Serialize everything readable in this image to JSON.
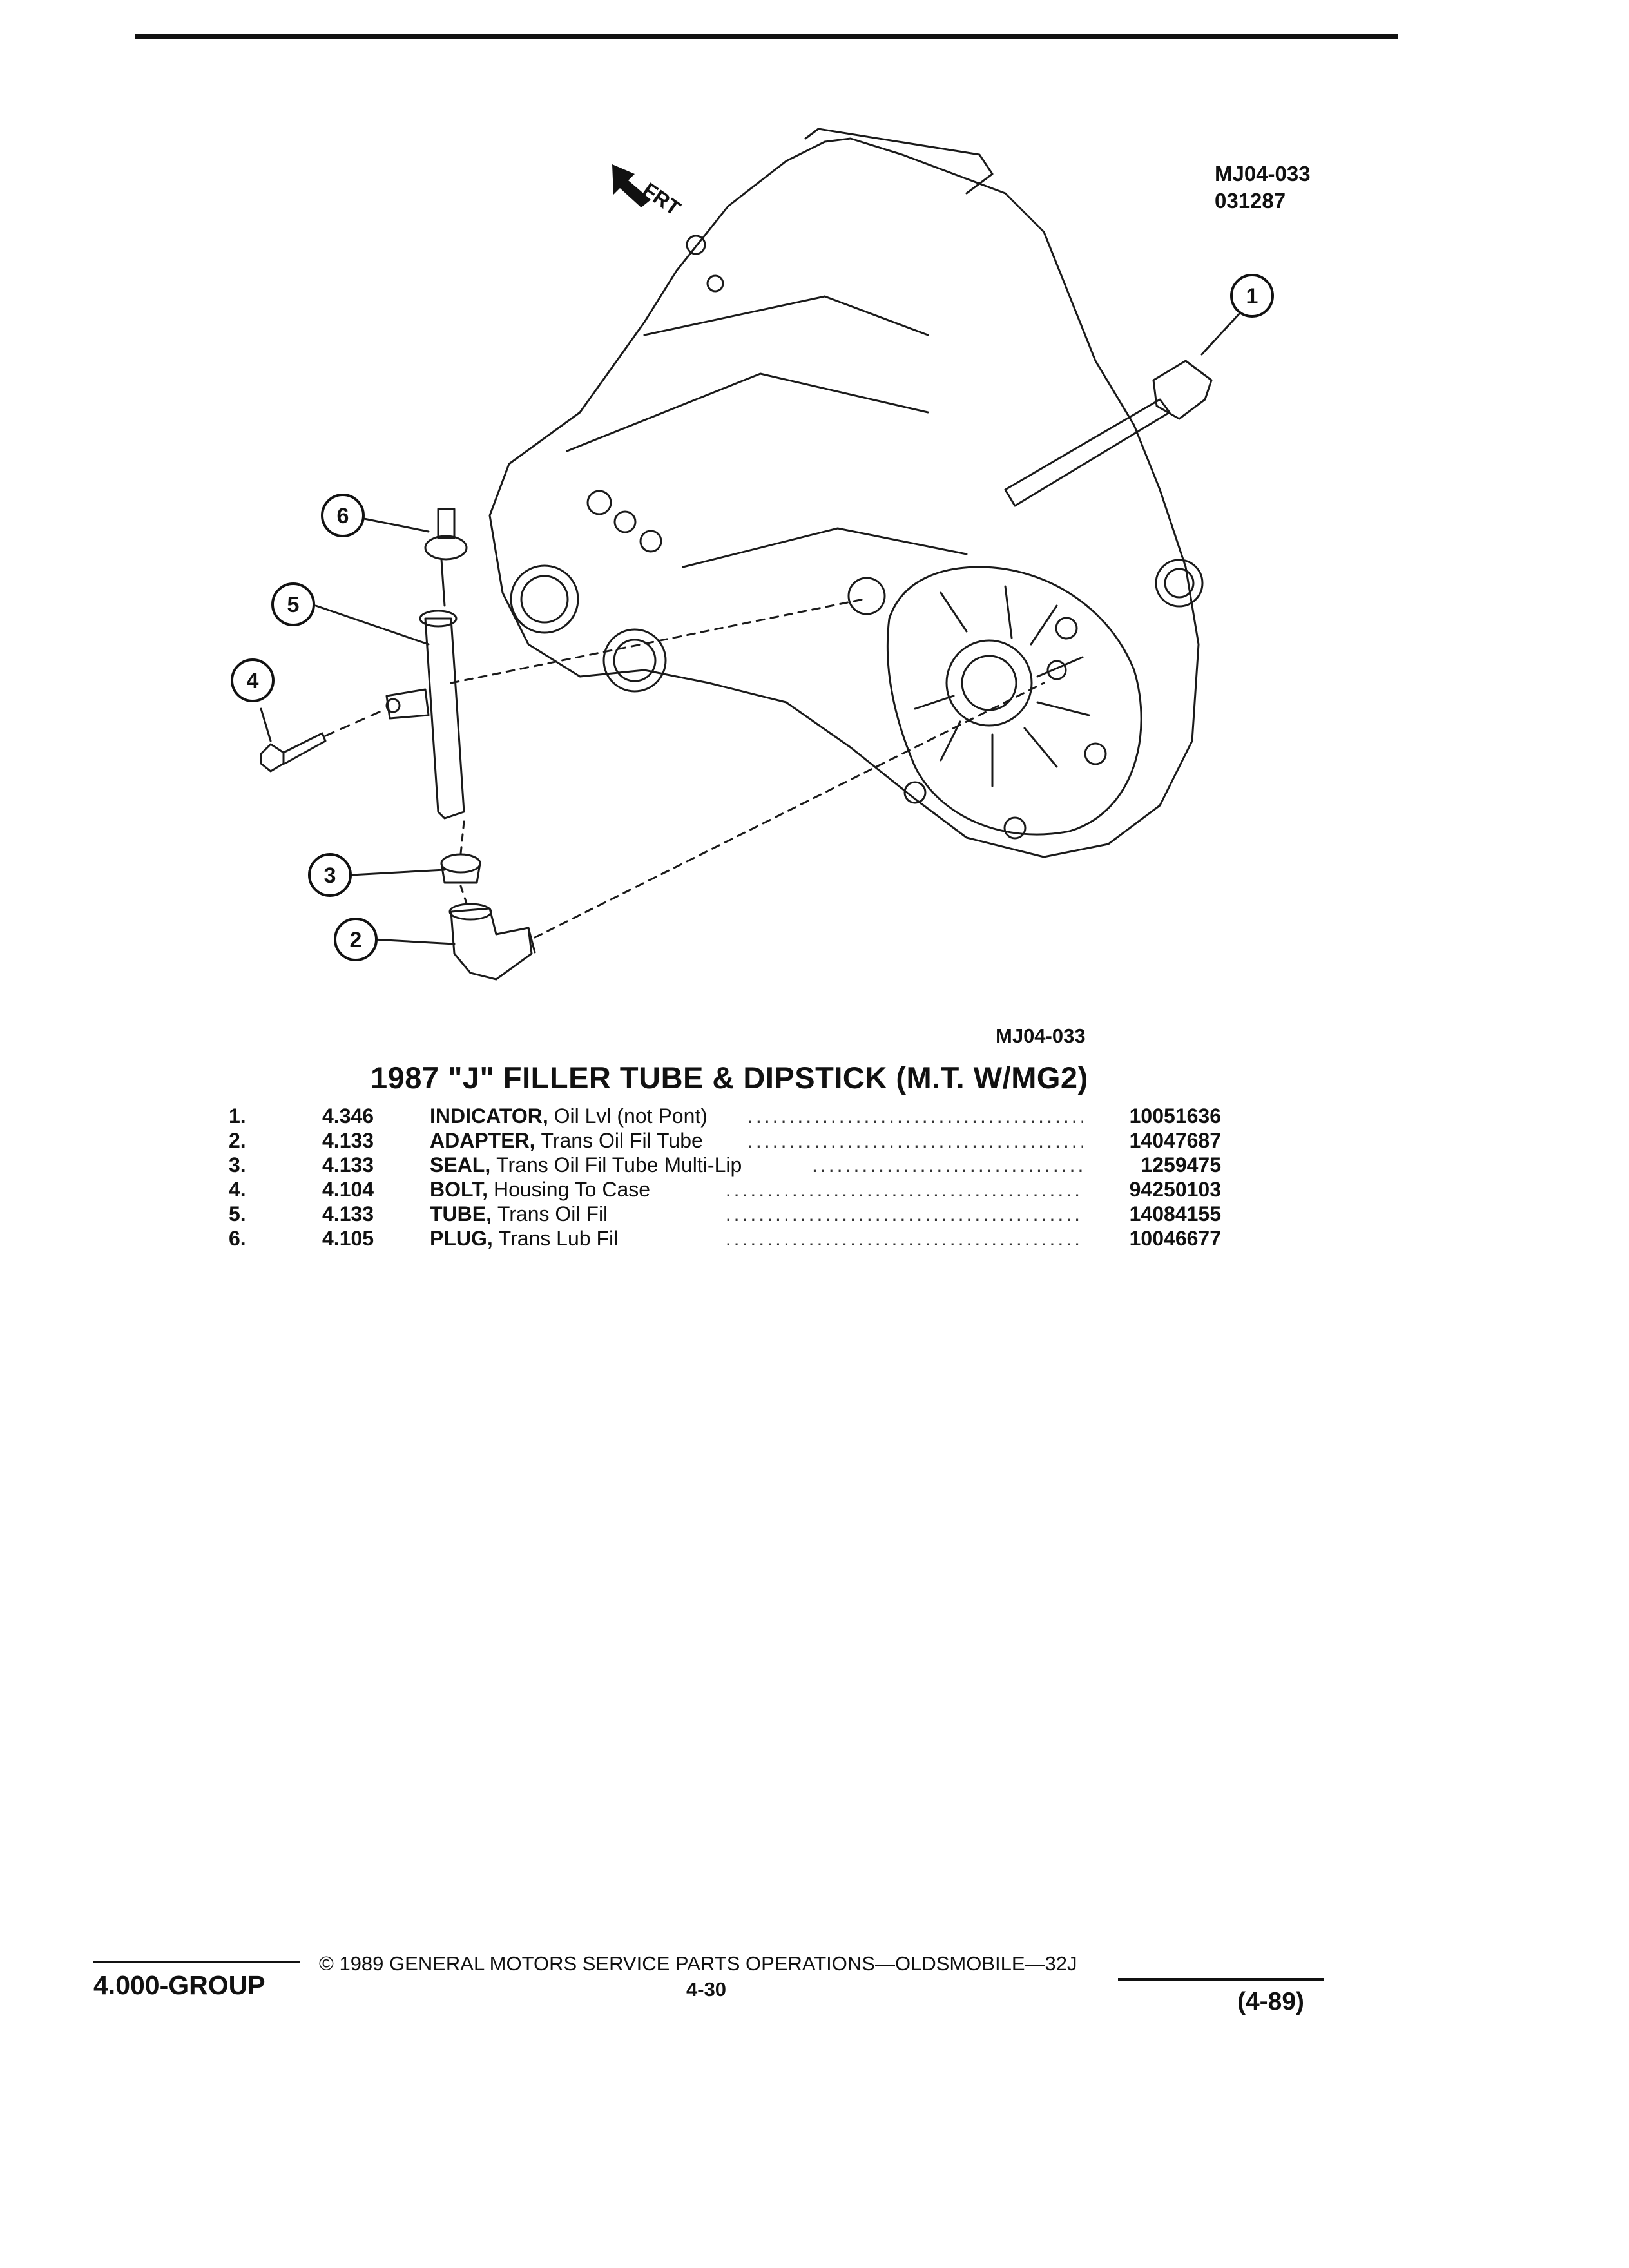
{
  "figure": {
    "id_top": "MJ04-033",
    "date_code": "031287",
    "id_caption": "MJ04-033",
    "front_label": "FRT",
    "callouts": [
      "1",
      "2",
      "3",
      "4",
      "5",
      "6"
    ]
  },
  "title": "1987 \"J\" FILLER TUBE & DIPSTICK (M.T. W/MG2)",
  "parts": [
    {
      "no": "1.",
      "code": "4.346",
      "name": "INDICATOR,",
      "desc": "Oil Lvl (not Pont)",
      "part_number": "10051636"
    },
    {
      "no": "2.",
      "code": "4.133",
      "name": "ADAPTER,",
      "desc": "Trans Oil Fil Tube",
      "part_number": "14047687"
    },
    {
      "no": "3.",
      "code": "4.133",
      "name": "SEAL,",
      "desc": "Trans Oil Fil Tube Multi-Lip",
      "part_number": "1259475"
    },
    {
      "no": "4.",
      "code": "4.104",
      "name": "BOLT,",
      "desc": "Housing To Case",
      "part_number": "94250103"
    },
    {
      "no": "5.",
      "code": "4.133",
      "name": "TUBE,",
      "desc": "Trans Oil Fil",
      "part_number": "14084155"
    },
    {
      "no": "6.",
      "code": "4.105",
      "name": "PLUG,",
      "desc": "Trans Lub Fil",
      "part_number": "10046677"
    }
  ],
  "footer": {
    "group": "4.000-GROUP",
    "copyright": "© 1989 GENERAL MOTORS SERVICE PARTS OPERATIONS—OLDSMOBILE—32J",
    "page": "4-30",
    "revision": "(4-89)"
  }
}
